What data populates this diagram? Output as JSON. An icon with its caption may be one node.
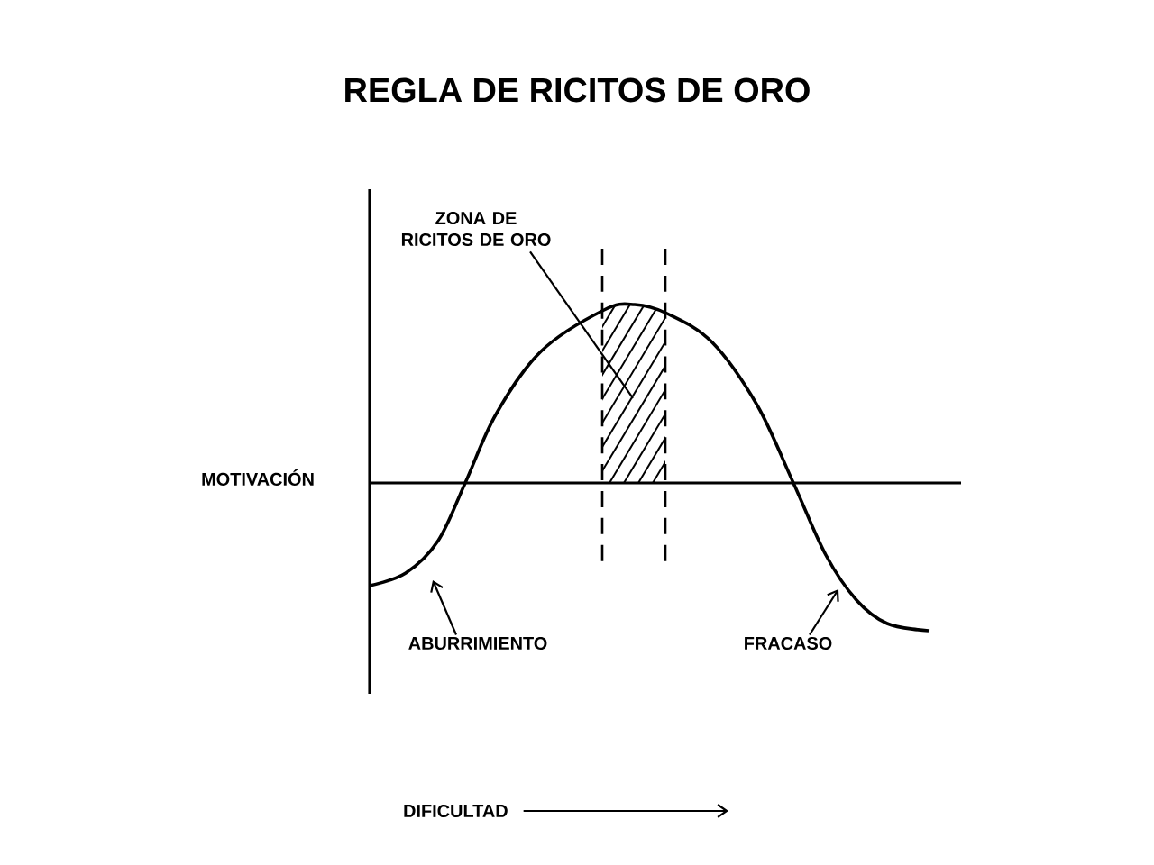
{
  "diagram": {
    "title": "REGLA DE RICITOS DE ORO",
    "nodes": [
      {
        "text": [
          "ZONA DE RICITOS DE ORO"
        ]
      },
      {
        "text": [],
        "shape": "box"
      },
      {
        "text": [
          "ABURRIMIENTO"
        ]
      },
      {
        "text": [
          "FRACASO"
        ]
      }
    ],
    "edges": [
      {
        "from": 0,
        "to": 1,
        "arrow": "none"
      },
      {
        "from": 2,
        "to": null,
        "arrow": "to"
      },
      {
        "from": 3,
        "to": null,
        "arrow": "to"
      }
    ],
    "labels": [
      "MOTIVACIÓN",
      "DIFICULTAD"
    ]
  }
}
